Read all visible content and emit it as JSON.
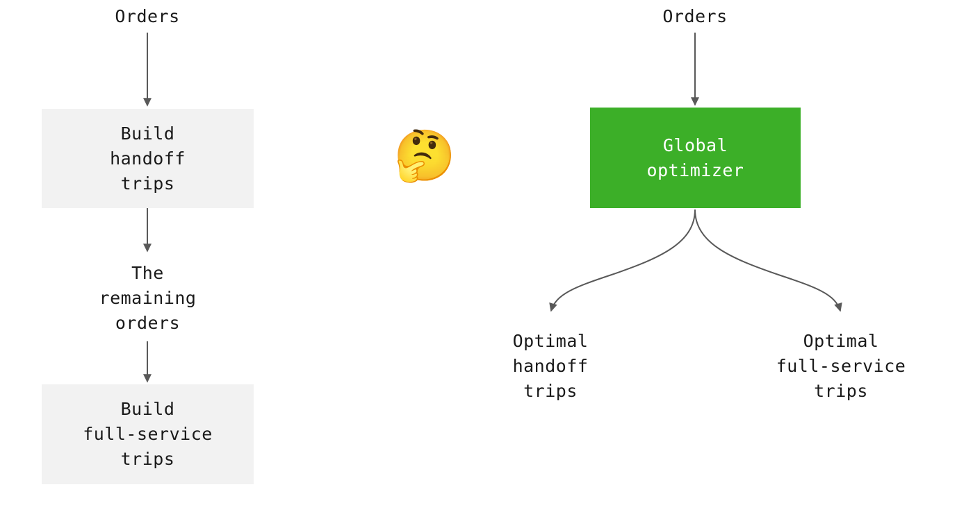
{
  "diagram": {
    "background_color": "#ffffff",
    "box_fill_color": "#f2f2f2",
    "highlight_fill_color": "#3CAF28",
    "arrow_color": "#595959",
    "text_color": "#1a1a1a",
    "highlight_text_color": "#ffffff"
  },
  "left_pipeline": {
    "source_label": "Orders",
    "step_1": "Build\nhandoff\ntrips",
    "step_2": "The\nremaining\norders",
    "step_3": "Build\nfull-service\ntrips"
  },
  "center": {
    "emoji": "🤔",
    "emoji_name": "thinking-face"
  },
  "right_pipeline": {
    "source_label": "Orders",
    "processor": "Global\noptimizer",
    "output_left": "Optimal\nhandoff\ntrips",
    "output_right": "Optimal\nfull-service\ntrips"
  }
}
